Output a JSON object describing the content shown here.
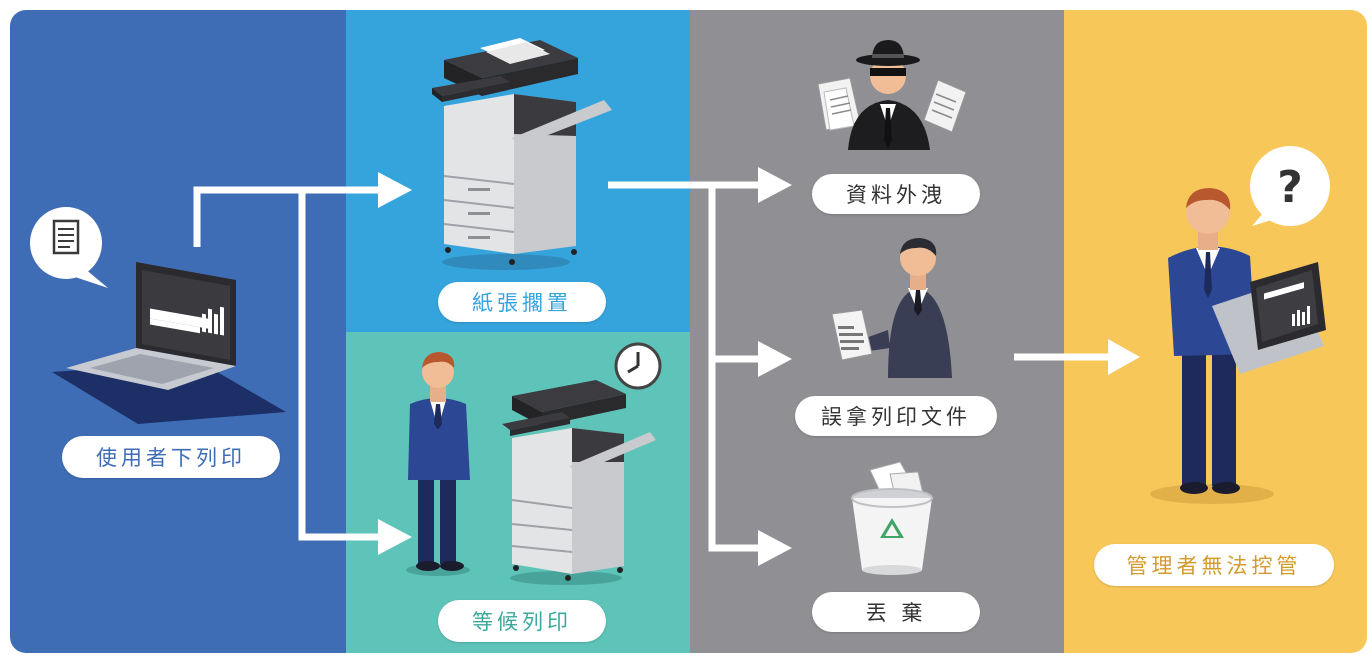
{
  "labels": {
    "user_print": "使用者下列印",
    "paper_left": "紙張擱置",
    "wait_print": "等候列印",
    "data_leak": "資料外洩",
    "wrong_pickup": "誤拿列印文件",
    "discard": "丟 棄",
    "admin_no_control": "管理者無法控管"
  },
  "icons": {
    "question": "?"
  },
  "colors": {
    "blue_panel": "#3f6db5",
    "sky_panel": "#35a4dc",
    "teal_panel": "#5ec3b8",
    "gray_panel": "#8f8f94",
    "yellow_panel": "#f8c75a",
    "arrow": "#ffffff"
  }
}
